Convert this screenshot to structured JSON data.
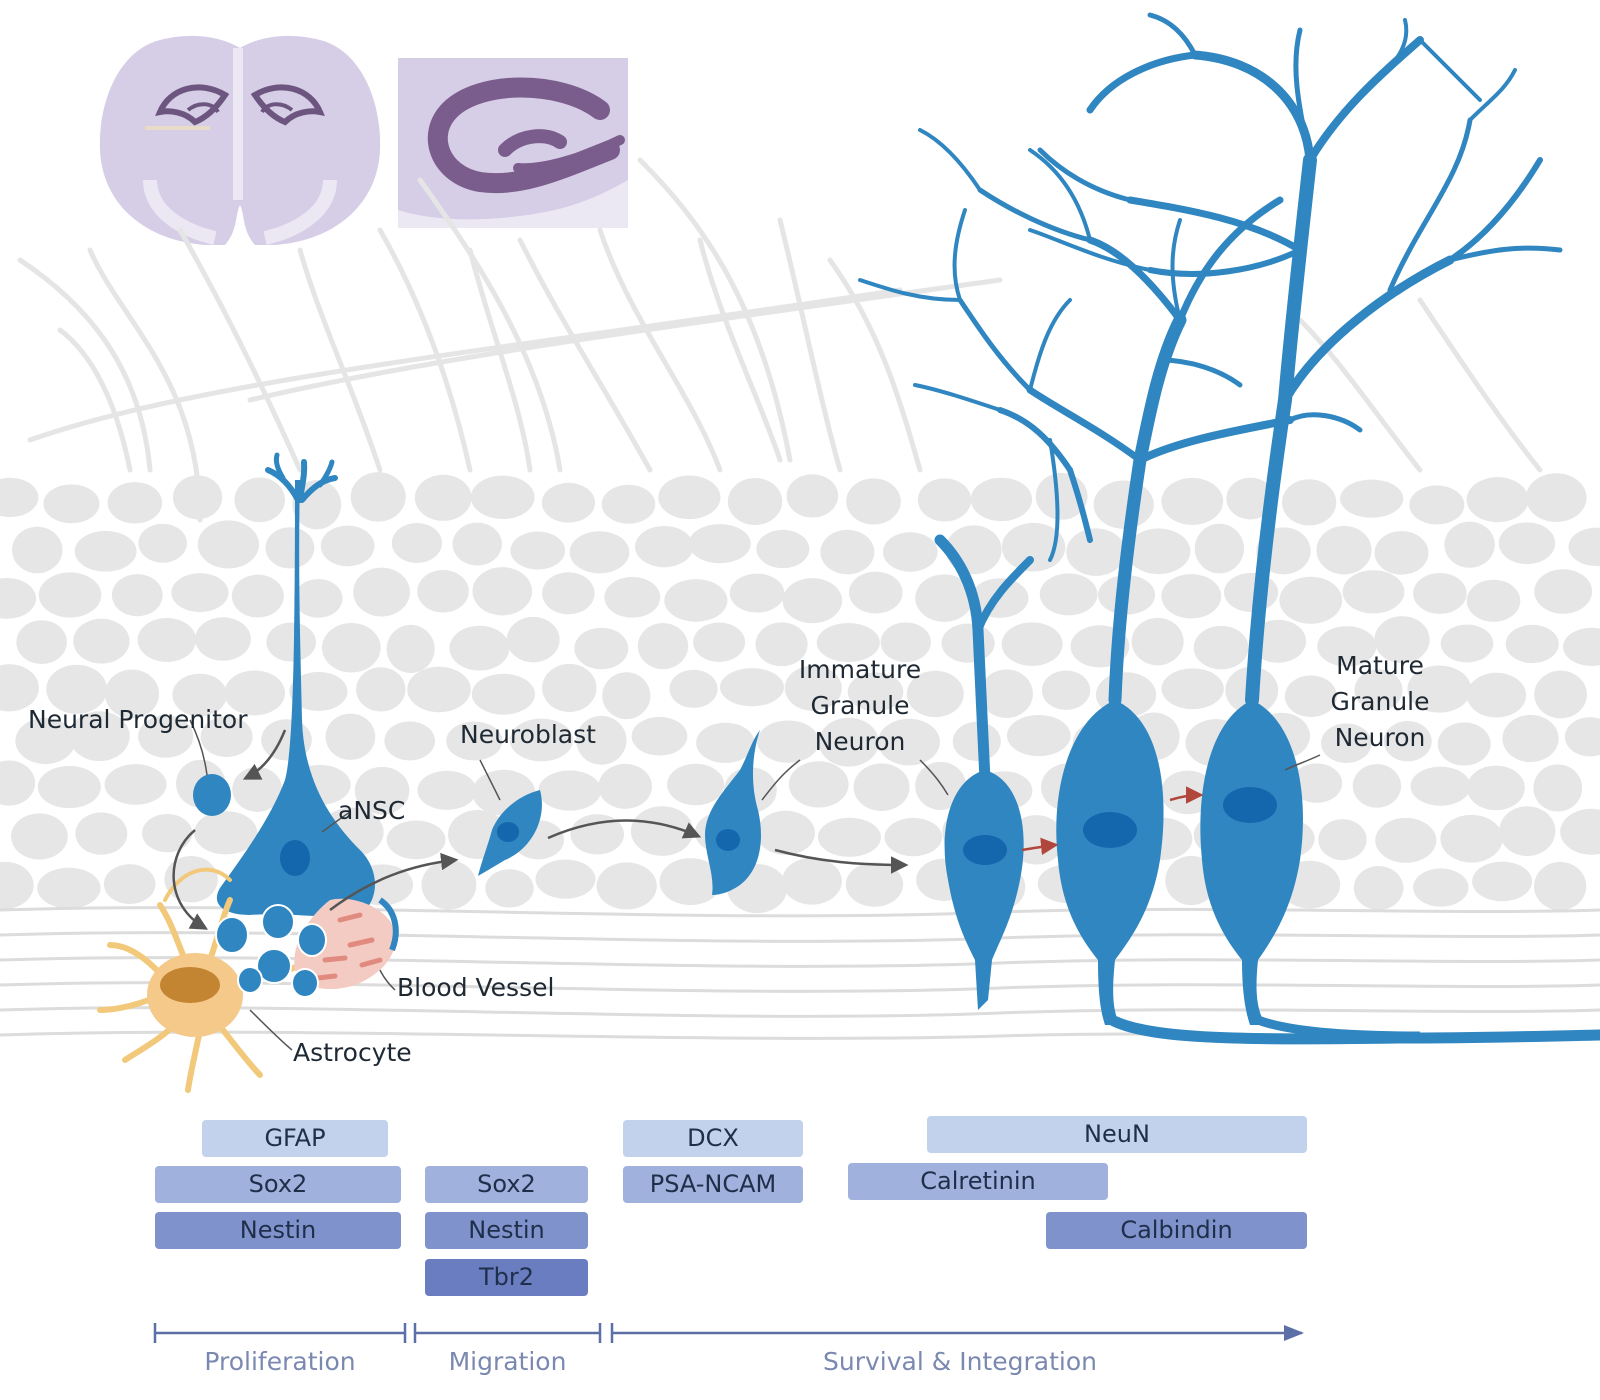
{
  "labels": {
    "neural_progenitor": "Neural Progenitor",
    "ansc": "aNSC",
    "neuroblast": "Neuroblast",
    "immature": [
      "Immature",
      "Granule",
      "Neuron"
    ],
    "mature": [
      "Mature",
      "Granule",
      "Neuron"
    ],
    "blood_vessel": "Blood Vessel",
    "astrocyte": "Astrocyte"
  },
  "markers": {
    "gfap": "GFAP",
    "sox2_a": "Sox2",
    "nestin_a": "Nestin",
    "sox2_b": "Sox2",
    "nestin_b": "Nestin",
    "tbr2": "Tbr2",
    "dcx": "DCX",
    "psa_ncam": "PSA-NCAM",
    "neun": "NeuN",
    "calretinin": "Calretinin",
    "calbindin": "Calbindin"
  },
  "phases": {
    "proliferation": "Proliferation",
    "migration": "Migration",
    "survival": "Survival & Integration"
  },
  "colors": {
    "neuron": "#2f86c0",
    "nucleus": "#1466ad",
    "brain_section": "#d8d0e6",
    "hippocampus": "#7e6794",
    "tissue": "#e6e6e6",
    "astrocyte": "#f0c067",
    "blood_vessel": "#f3c7c0",
    "timeline": "#5d6fa7"
  }
}
